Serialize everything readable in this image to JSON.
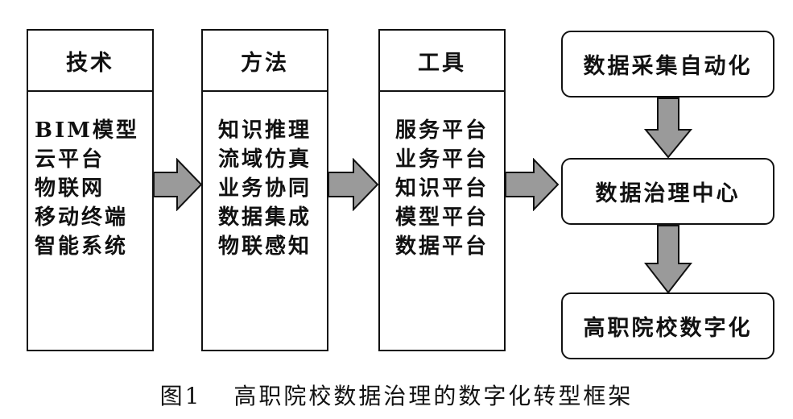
{
  "columns": [
    {
      "heading": "技术",
      "items": [
        "BIM模型",
        "云平台",
        "物联网",
        "移动终端",
        "智能系统"
      ]
    },
    {
      "heading": "方法",
      "items": [
        "知识推理",
        "流域仿真",
        "业务协同",
        "数据集成",
        "物联感知"
      ]
    },
    {
      "heading": "工具",
      "items": [
        "服务平台",
        "业务平台",
        "知识平台",
        "模型平台",
        "数据平台"
      ]
    }
  ],
  "right_boxes": [
    "数据采集自动化",
    "数据治理中心",
    "高职院校数字化"
  ],
  "caption": {
    "number": "图1",
    "text": "高职院校数据治理的数字化转型框架"
  },
  "colors": {
    "arrow_fill": "#9a9a9a",
    "arrow_stroke": "#111111",
    "border": "#111111"
  }
}
